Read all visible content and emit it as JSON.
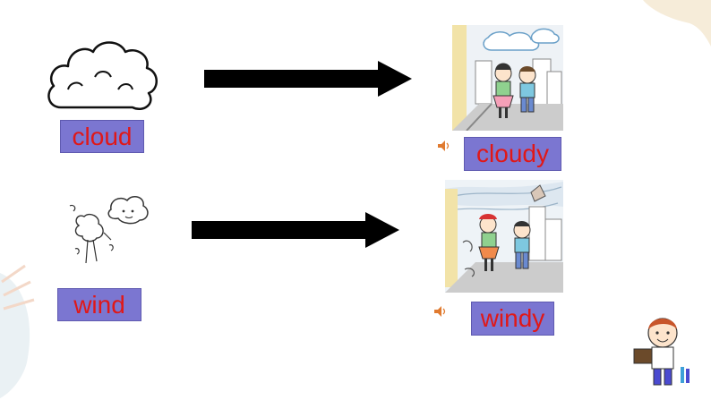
{
  "words": [
    {
      "base": "cloud",
      "derived": "cloudy"
    },
    {
      "base": "wind",
      "derived": "windy"
    }
  ],
  "colors": {
    "label_bg": "#7b76d1",
    "label_text": "#e01818",
    "arrow": "#000000",
    "speaker": "#e07a2f",
    "corner_blob": "#f6ecd9",
    "leaf": "#f3d8c8"
  },
  "icons": [
    "cloud-icon",
    "wind-icon",
    "arrow-right-icon",
    "speaker-icon",
    "boy-reading-icon"
  ]
}
